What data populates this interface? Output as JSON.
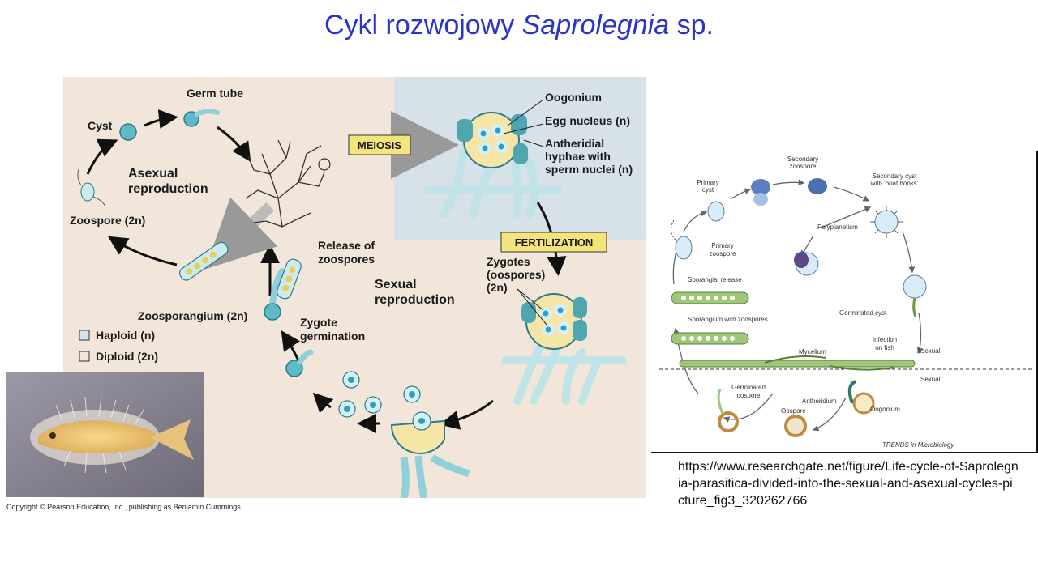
{
  "title": {
    "prefix": "Cykl rozwojowy ",
    "italic": "Saprolegnia",
    "suffix": " sp."
  },
  "left_diagram": {
    "labels": {
      "germ_tube": "Germ tube",
      "cyst": "Cyst",
      "asexual_1": "Asexual",
      "asexual_2": "reproduction",
      "zoospore": "Zoospore (2n)",
      "meiosis": "MEIOSIS",
      "oogonium": "Oogonium",
      "egg_nucleus": "Egg nucleus (n)",
      "antheridial_1": "Antheridial",
      "antheridial_2": "hyphae with",
      "antheridial_3": "sperm nuclei (n)",
      "fertilization": "FERTILIZATION",
      "zygotes_1": "Zygotes",
      "zygotes_2": "(oospores)",
      "zygotes_3": "(2n)",
      "release_1": "Release of",
      "release_2": "zoospores",
      "sexual_1": "Sexual",
      "sexual_2": "reproduction",
      "zoosporangium": "Zoosporangium (2n)",
      "zygote_germ_1": "Zygote",
      "zygote_germ_2": "germination"
    },
    "legend": {
      "haploid": "Haploid (n)",
      "diploid": "Diploid (2n)"
    },
    "colors": {
      "background": "#f1e6d9",
      "haploid_panel": "#d6e1e8",
      "hypha": "#cfeaea",
      "nucleus": "#29a3c4"
    }
  },
  "copyright": "Copyright © Pearson Education, Inc., publishing as Benjamin Cummings.",
  "right_diagram": {
    "labels": {
      "secondary_zoospore_1": "Secondary",
      "secondary_zoospore_2": "zoospore",
      "primary_cyst_1": "Primary",
      "primary_cyst_2": "cyst",
      "secondary_cyst_1": "Secondary cyst",
      "secondary_cyst_2": "with 'boat hooks'",
      "polyplanetism": "Polyplanetism",
      "primary_zoospore_1": "Primary",
      "primary_zoospore_2": "zoospore",
      "sporangial_release": "Sporangial release",
      "sporangium_with_zoospores": "Sporangium with zoospores",
      "germinated_cyst": "Germinated cyst",
      "infection_1": "Infection",
      "infection_2": "on fish",
      "mycelium": "Mycelium",
      "asexual": "Asexual",
      "sexual": "Sexual",
      "germinated_oospore_1": "Germinated",
      "germinated_oospore_2": "oospore",
      "antheridium": "Antheridium",
      "oospore": "Oospore",
      "oogonium": "Oogonium",
      "credit": "TRENDS in Microbiology"
    }
  },
  "source_url": "https://www.researchgate.net/figure/Life-cycle-of-Saprolegnia-parasitica-divided-into-the-sexual-and-asexual-cycles-picture_fig3_320262766"
}
